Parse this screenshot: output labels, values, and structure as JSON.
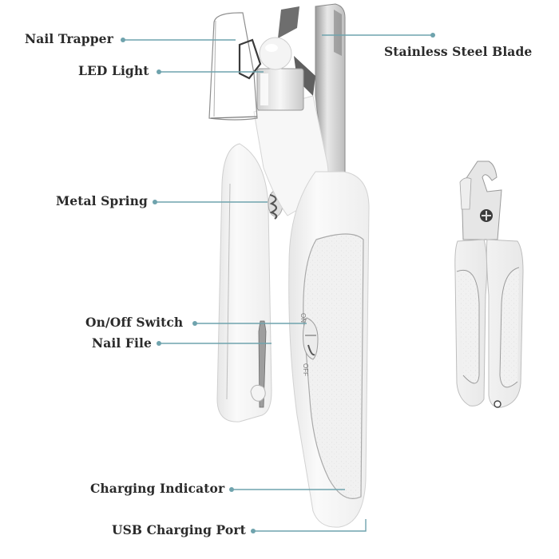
{
  "diagram": {
    "subject": "LED pet nail clipper",
    "accent_color": "#6fa3ad",
    "callouts": [
      {
        "id": "nail-trapper",
        "label": "Nail Trapper"
      },
      {
        "id": "led-light",
        "label": "LED Light"
      },
      {
        "id": "stainless-steel-blade",
        "label": "Stainless Steel Blade"
      },
      {
        "id": "metal-spring",
        "label": "Metal Spring"
      },
      {
        "id": "on-off-switch",
        "label": "On/Off Switch"
      },
      {
        "id": "nail-file",
        "label": "Nail File"
      },
      {
        "id": "charging-indicator",
        "label": "Charging Indicator"
      },
      {
        "id": "usb-charging-port",
        "label": "USB Charging Port"
      }
    ],
    "switch_markings": {
      "on": "ON",
      "off": "OFF"
    }
  }
}
